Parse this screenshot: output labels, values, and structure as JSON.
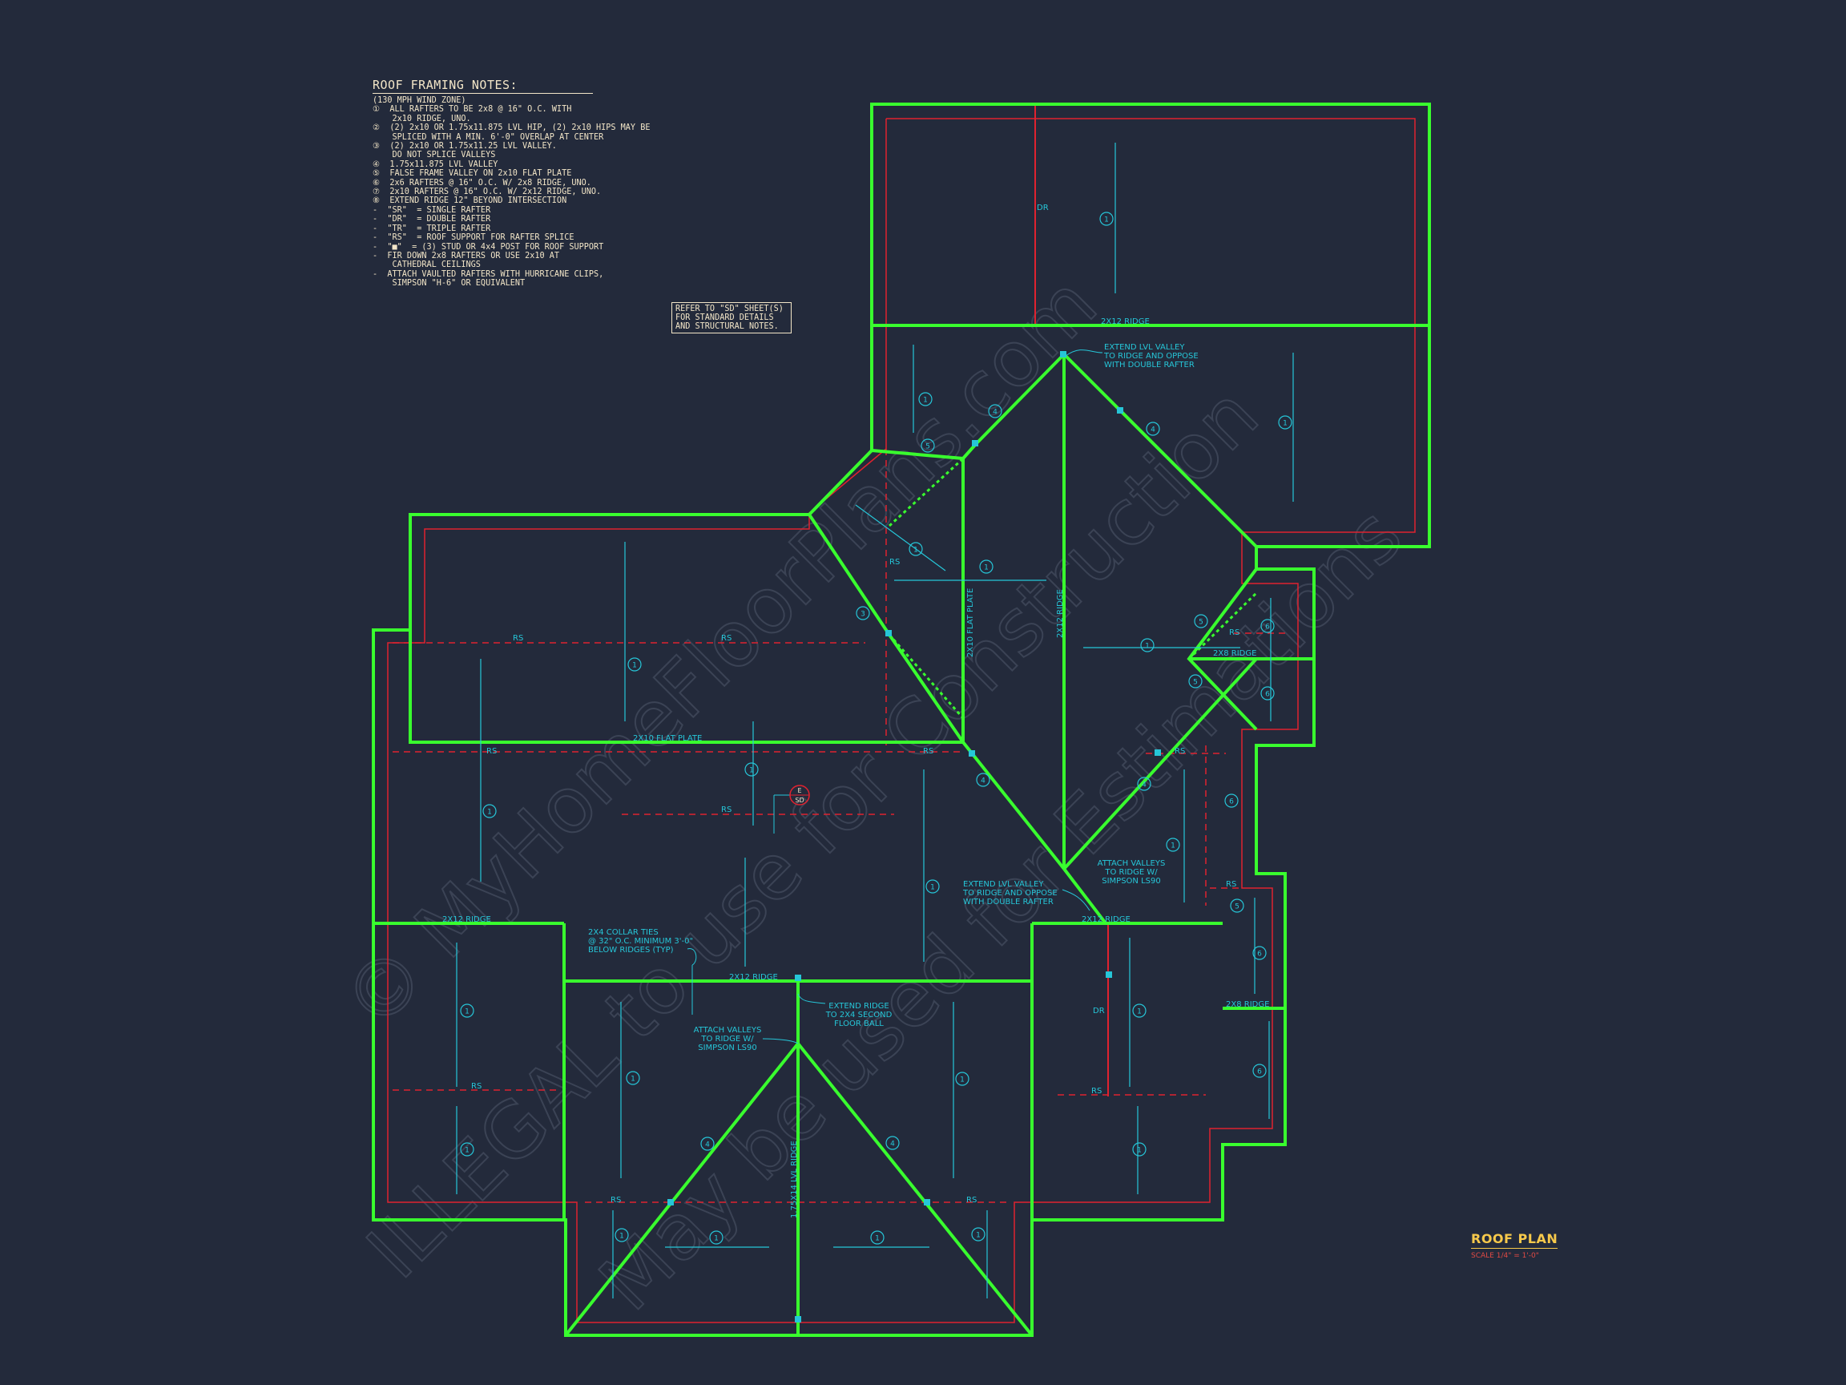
{
  "notes": {
    "title": "ROOF FRAMING NOTES:",
    "lines": [
      "(130 MPH WIND ZONE)",
      "①  ALL RAFTERS TO BE 2x8 @ 16\" O.C. WITH",
      "    2x10 RIDGE, UNO.",
      "②  (2) 2x10 OR 1.75x11.875 LVL HIP, (2) 2x10 HIPS MAY BE",
      "    SPLICED WITH A MIN. 6'-0\" OVERLAP AT CENTER",
      "③  (2) 2x10 OR 1.75x11.25 LVL VALLEY.",
      "    DO NOT SPLICE VALLEYS",
      "④  1.75x11.875 LVL VALLEY",
      "⑤  FALSE FRAME VALLEY ON 2x10 FLAT PLATE",
      "⑥  2x6 RAFTERS @ 16\" O.C. W/ 2x8 RIDGE, UNO.",
      "⑦  2x10 RAFTERS @ 16\" O.C. W/ 2x12 RIDGE, UNO.",
      "⑧  EXTEND RIDGE 12\" BEYOND INTERSECTION",
      "-  \"SR\"  = SINGLE RAFTER",
      "-  \"DR\"  = DOUBLE RAFTER",
      "-  \"TR\"  = TRIPLE RAFTER",
      "-  \"RS\"  = ROOF SUPPORT FOR RAFTER SPLICE",
      "-  \"■\"  = (3) STUD OR 4x4 POST FOR ROOF SUPPORT",
      "-  FIR DOWN 2x8 RAFTERS OR USE 2x10 AT",
      "    CATHEDRAL CEILINGS",
      "-  ATTACH VAULTED RAFTERS WITH HURRICANE CLIPS,",
      "    SIMPSON \"H-6\" OR EQUIVALENT"
    ]
  },
  "refer_note": [
    "REFER TO \"SD\" SHEET(S)",
    "FOR STANDARD DETAILS",
    "AND STRUCTURAL NOTES."
  ],
  "title": {
    "plan": "ROOF PLAN",
    "scale": "SCALE 1/4\" = 1'-0\""
  },
  "watermark": [
    "© MyHomeFloorPlans.com",
    "ILLEGAL to use for Construction",
    "May be used for Estimations"
  ],
  "section_marker": {
    "top": "E",
    "bottom": "SD"
  },
  "labels": {
    "ridge_2x12_top": "2X12 RIDGE",
    "flat_plate_left": "2X10 FLAT PLATE",
    "flat_plate_vertical": "2X10 FLAT PLATE",
    "ridge_2x12_vertical": "2X12 RIDGE",
    "ridge_2x8_right": "2X8 RIDGE",
    "ridge_2x12_left": "2X12 RIDGE",
    "ridge_2x12_center": "2X12 RIDGE",
    "ridge_2x12_right": "2X12 RIDGE",
    "ridge_2x8_lower_right": "2X8 RIDGE",
    "lvl_ridge": "1.75X14 LVL RIDGE",
    "dr": "DR",
    "rs": "RS",
    "circle_1": "1",
    "circle_3": "3",
    "circle_4": "4",
    "circle_5": "5",
    "circle_6": "6"
  },
  "callouts": {
    "extend_lvl_top": [
      "EXTEND LVL VALLEY",
      "TO RIDGE AND OPPOSE",
      "WITH DOUBLE RAFTER"
    ],
    "extend_lvl_mid": [
      "EXTEND LVL VALLEY",
      "TO RIDGE AND OPPOSE",
      "WITH DOUBLE RAFTER"
    ],
    "attach_valleys_right": [
      "ATTACH VALLEYS",
      "TO RIDGE W/",
      "SIMPSON LS90"
    ],
    "attach_valleys_left": [
      "ATTACH VALLEYS",
      "TO RIDGE W/",
      "SIMPSON LS90"
    ],
    "collar_ties": [
      "2X4 COLLAR TIES",
      "@ 32\" O.C. MINIMUM 3'-0\"",
      "BELOW RIDGES (TYP)"
    ],
    "extend_ridge": [
      "EXTEND RIDGE",
      "TO 2X4 SECOND",
      "FLOOR BALL"
    ]
  },
  "colors": {
    "background": "#232a3b",
    "roof_line": "#39ff2e",
    "wall_line": "#e0222f",
    "annotation": "#26c6d8",
    "note_text": "#f3e6c8",
    "title": "#f7c94b"
  }
}
